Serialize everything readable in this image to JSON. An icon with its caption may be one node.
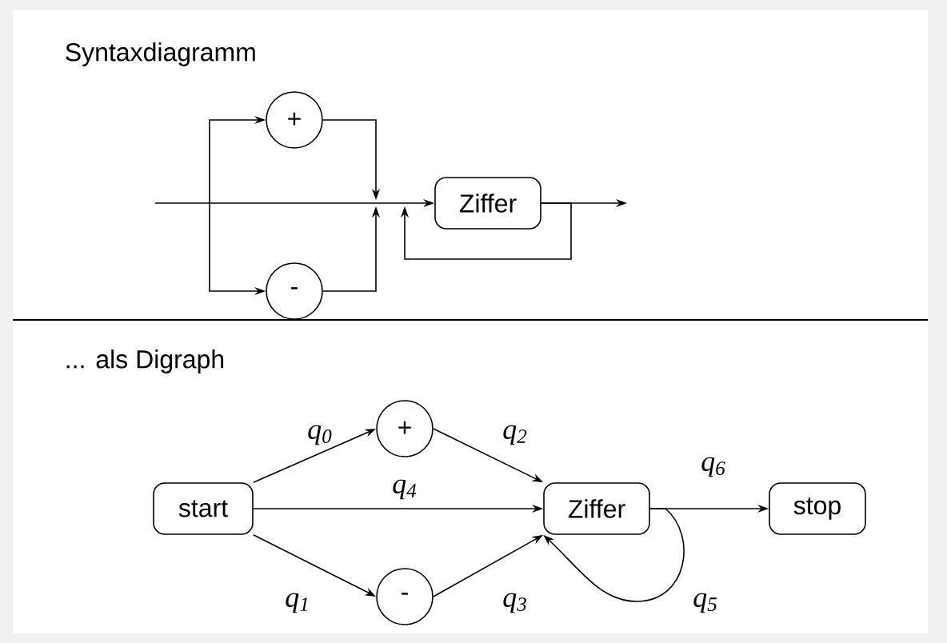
{
  "diagram": {
    "nodes": [
      {
        "text": [
          "+"
        ]
      },
      {
        "text": [
          "Ziffer"
        ]
      },
      {
        "text": [
          "-"
        ]
      },
      {
        "text": [
          "start"
        ]
      },
      {
        "text": [
          "+"
        ]
      },
      {
        "text": [
          "Ziffer"
        ]
      },
      {
        "text": [
          "-"
        ]
      },
      {
        "text": [
          "stop"
        ]
      }
    ],
    "edges": [
      {
        "from": null,
        "to": 0,
        "arrow": "to"
      },
      {
        "from": null,
        "to": 2,
        "arrow": "to"
      },
      {
        "from": 0,
        "to": null,
        "arrow": "to"
      },
      {
        "from": 2,
        "to": null,
        "arrow": "to"
      },
      {
        "from": null,
        "to": 1,
        "arrow": "to"
      },
      {
        "from": 1,
        "to": null,
        "arrow": "to"
      },
      {
        "from": 1,
        "to": null,
        "arrow": "to"
      },
      {
        "from": 3,
        "to": 4,
        "arrow": "to",
        "label": "q$_{0}$"
      },
      {
        "from": 3,
        "to": 6,
        "arrow": "to",
        "label": "q$_{1}$"
      },
      {
        "from": 4,
        "to": 5,
        "arrow": "to",
        "label": "q$_{2}$"
      },
      {
        "from": 6,
        "to": 5,
        "arrow": "to",
        "label": "q$_{3}$"
      },
      {
        "from": 3,
        "to": 5,
        "arrow": "to",
        "label": "q$_{4}$"
      },
      {
        "from": 5,
        "to": 5,
        "arrow": "to",
        "label": "q$_{5}$"
      },
      {
        "from": 5,
        "to": 7,
        "arrow": "to",
        "label": "q$_{6}$"
      }
    ],
    "labels": [
      "Syntaxdiagramm",
      "... als Digraph"
    ]
  }
}
